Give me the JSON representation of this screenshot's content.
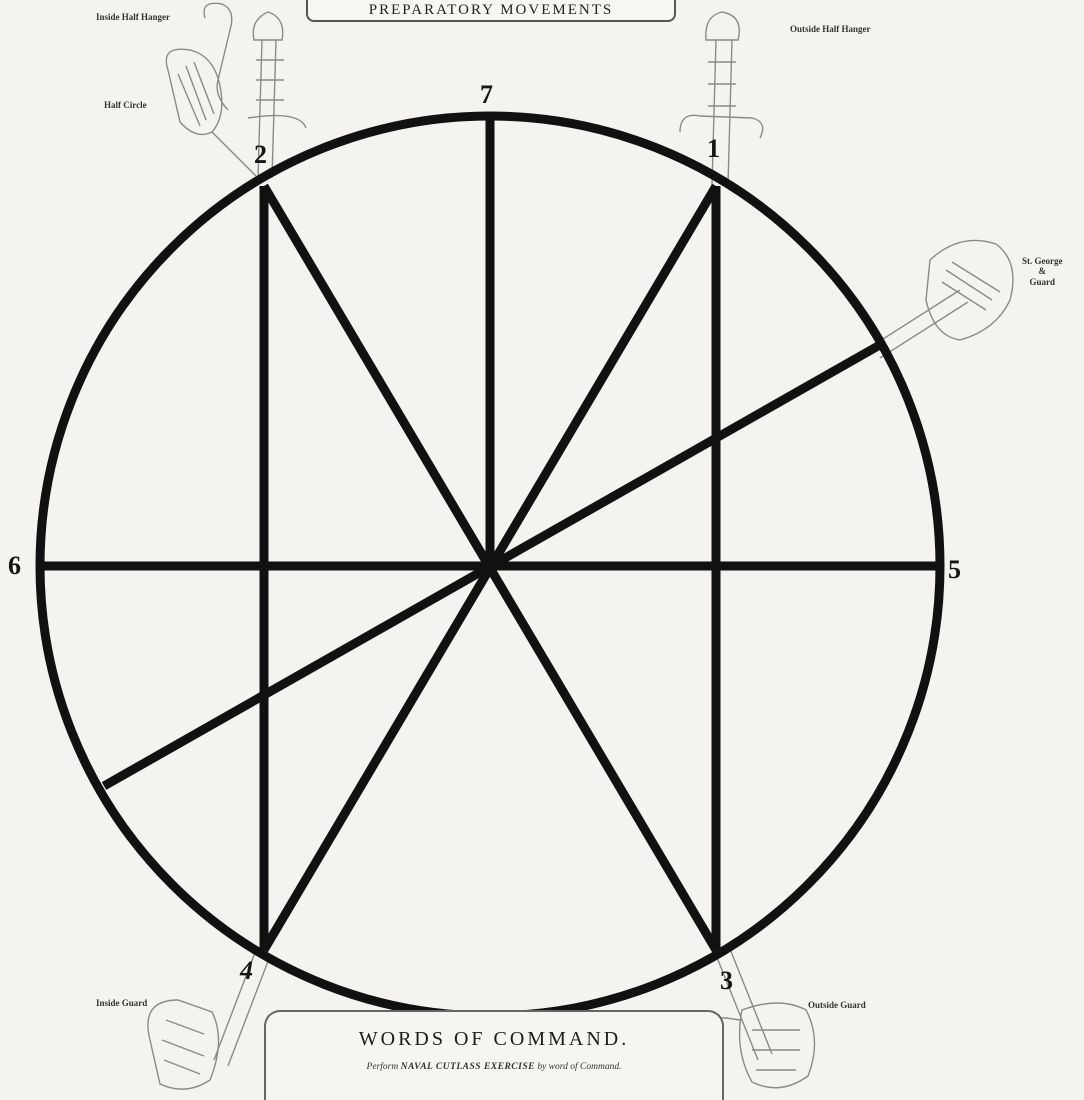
{
  "title": "PREPARATORY MOVEMENTS",
  "numbers": {
    "n1": "1",
    "n2": "2",
    "n3": "3",
    "n4": "4",
    "n5": "5",
    "n6": "6",
    "n7": "7"
  },
  "sword_labels": {
    "inside_half_hanger": "Inside Half Hanger",
    "half_circle": "Half Circle",
    "outside_half_hanger": "Outside Half Hanger",
    "st_george_guard_line1": "St. George",
    "st_george_guard_line2": "&",
    "st_george_guard_line3": "Guard",
    "inside_guard": "Inside Guard",
    "outside_guard": "Outside Guard"
  },
  "words_of_command": {
    "title": "WORDS OF COMMAND.",
    "subtitle_prefix": "Perform",
    "subtitle_emphasis": "NAVAL CUTLASS EXERCISE",
    "subtitle_suffix": "by word of Command."
  },
  "colors": {
    "background": "#f4f3ef",
    "ink": "#111111",
    "engraving": "#8a8a8a"
  }
}
